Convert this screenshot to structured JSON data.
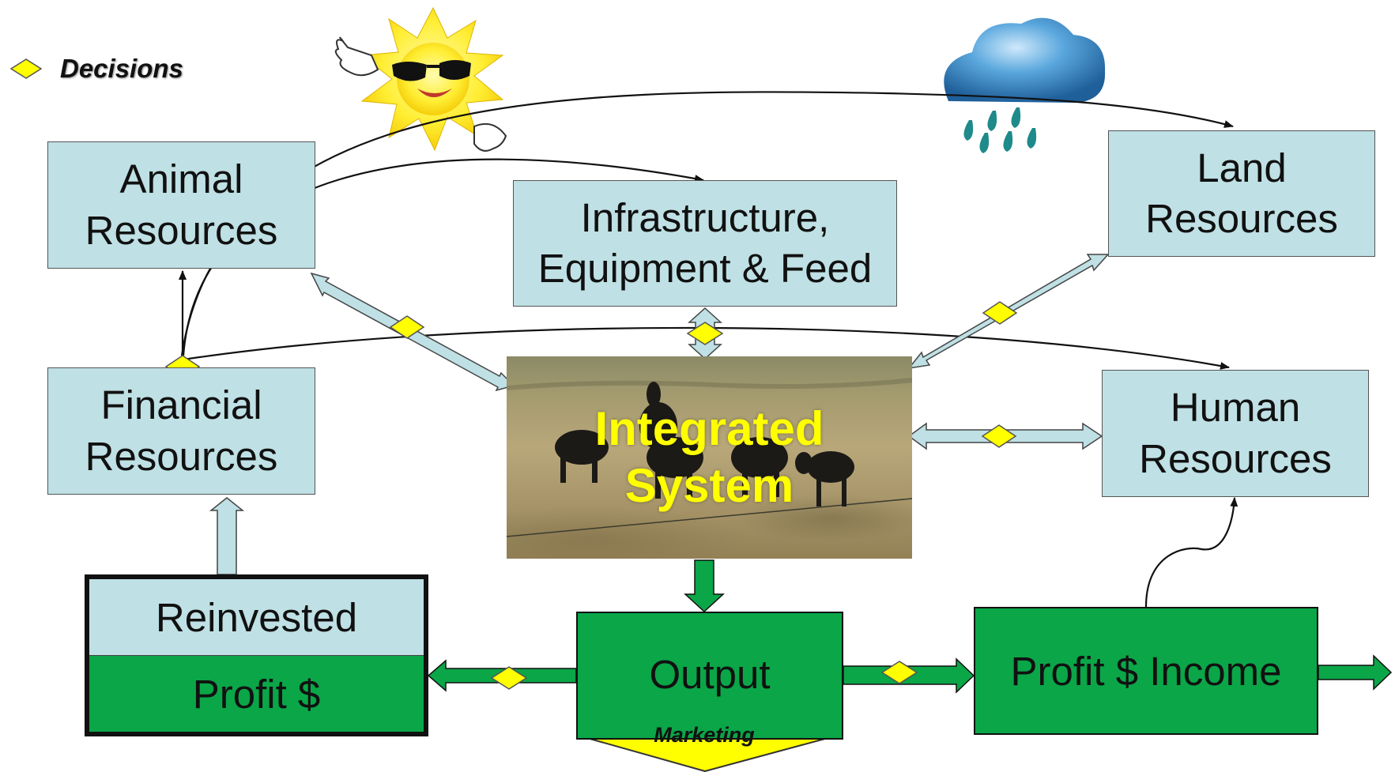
{
  "legend": {
    "label": "Decisions"
  },
  "resources": {
    "animal": [
      "Animal",
      "Resources"
    ],
    "infrastructure": [
      "Infrastructure,",
      "Equipment & Feed"
    ],
    "land": [
      "Land",
      "Resources"
    ],
    "financial": [
      "Financial",
      "Resources"
    ],
    "human": [
      "Human",
      "Resources"
    ]
  },
  "center": {
    "title_line1": "Integrated",
    "title_line2": "System"
  },
  "bottom": {
    "reinvested": "Reinvested",
    "profit": "Profit $",
    "output": "Output",
    "marketing": "Marketing",
    "profit_income": "Profit $ Income"
  },
  "colors": {
    "resource_box": "#bfe0e4",
    "output_green": "#0aa648",
    "decision_diamond": "#ffff00",
    "center_text": "#ffff00"
  },
  "icons": [
    "sun-icon",
    "rain-cloud-icon",
    "cattle-photo",
    "decision-diamond-icon"
  ]
}
